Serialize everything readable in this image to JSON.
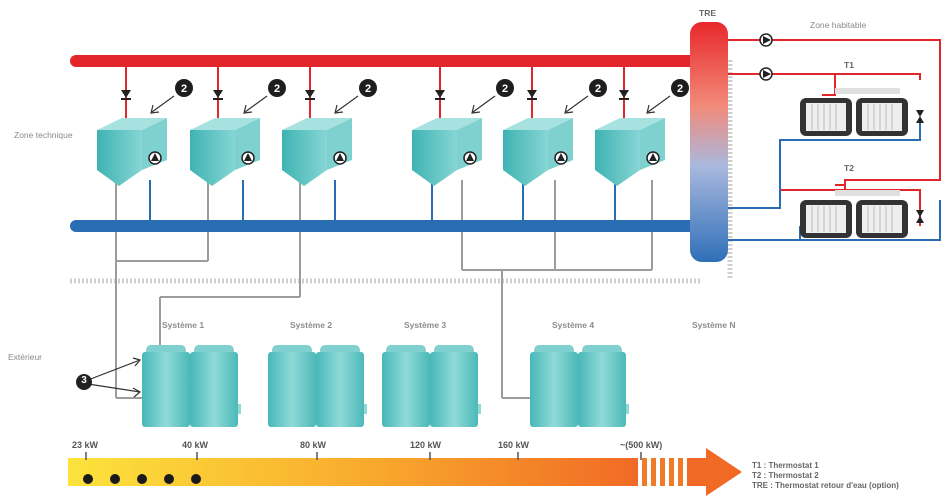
{
  "zones": {
    "technique": "Zone technique",
    "habitable": "Zone habitable",
    "exterieur": "Extérieur"
  },
  "tags": {
    "tre": "TRE",
    "t1": "T1",
    "t2": "T2"
  },
  "callouts": {
    "two": "2",
    "three": "3"
  },
  "systems": [
    "Système 1",
    "Système 2",
    "Système 3",
    "Système 4",
    "Système N"
  ],
  "power_scale": [
    "23 kW",
    "40 kW",
    "80 kW",
    "120 kW",
    "160 kW",
    "~(500 kW)"
  ],
  "legend": [
    "T1 : Thermostat 1",
    "T2 : Thermostat 2",
    "TRE : Thermostat retour d'eau (option)"
  ],
  "colors": {
    "hot": "#e3262b",
    "cold": "#2a6db5",
    "teal": "#5fc3c2",
    "arrow_start": "#fcd838",
    "arrow_end": "#f06a25"
  }
}
